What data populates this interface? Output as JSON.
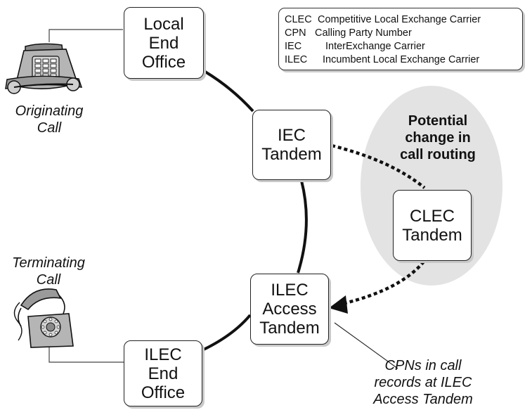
{
  "nodes": {
    "local_end_office": [
      "Local",
      "End",
      "Office"
    ],
    "iec_tandem": [
      "IEC",
      "Tandem"
    ],
    "clec_tandem": [
      "CLEC",
      "Tandem"
    ],
    "ilec_access_tandem": [
      "ILEC",
      "Access",
      "Tandem"
    ],
    "ilec_end_office": [
      "ILEC",
      "End",
      "Office"
    ]
  },
  "legend": [
    {
      "abbr": "CLEC",
      "term": "Competitive Local Exchange Carrier"
    },
    {
      "abbr": "CPN",
      "term": "Calling Party Number"
    },
    {
      "abbr": "IEC",
      "term": "InterExchange Carrier"
    },
    {
      "abbr": "ILEC",
      "term": "Incumbent Local Exchange Carrier"
    }
  ],
  "captions": {
    "originating": [
      "Originating",
      "Call"
    ],
    "terminating": [
      "Terminating",
      "Call"
    ],
    "potential_change": [
      "Potential",
      "change in",
      "call routing"
    ],
    "cpn_note": [
      "CPNs in call",
      "records at ILEC",
      "Access Tandem"
    ]
  },
  "colors": {
    "line": "#111111",
    "shadow": "#c9c9c9",
    "highlight_region": "#e3e3e3",
    "phone_body": "#b5b5b5"
  },
  "icons": [
    "touch-tone-phone-icon",
    "rotary-phone-icon"
  ]
}
